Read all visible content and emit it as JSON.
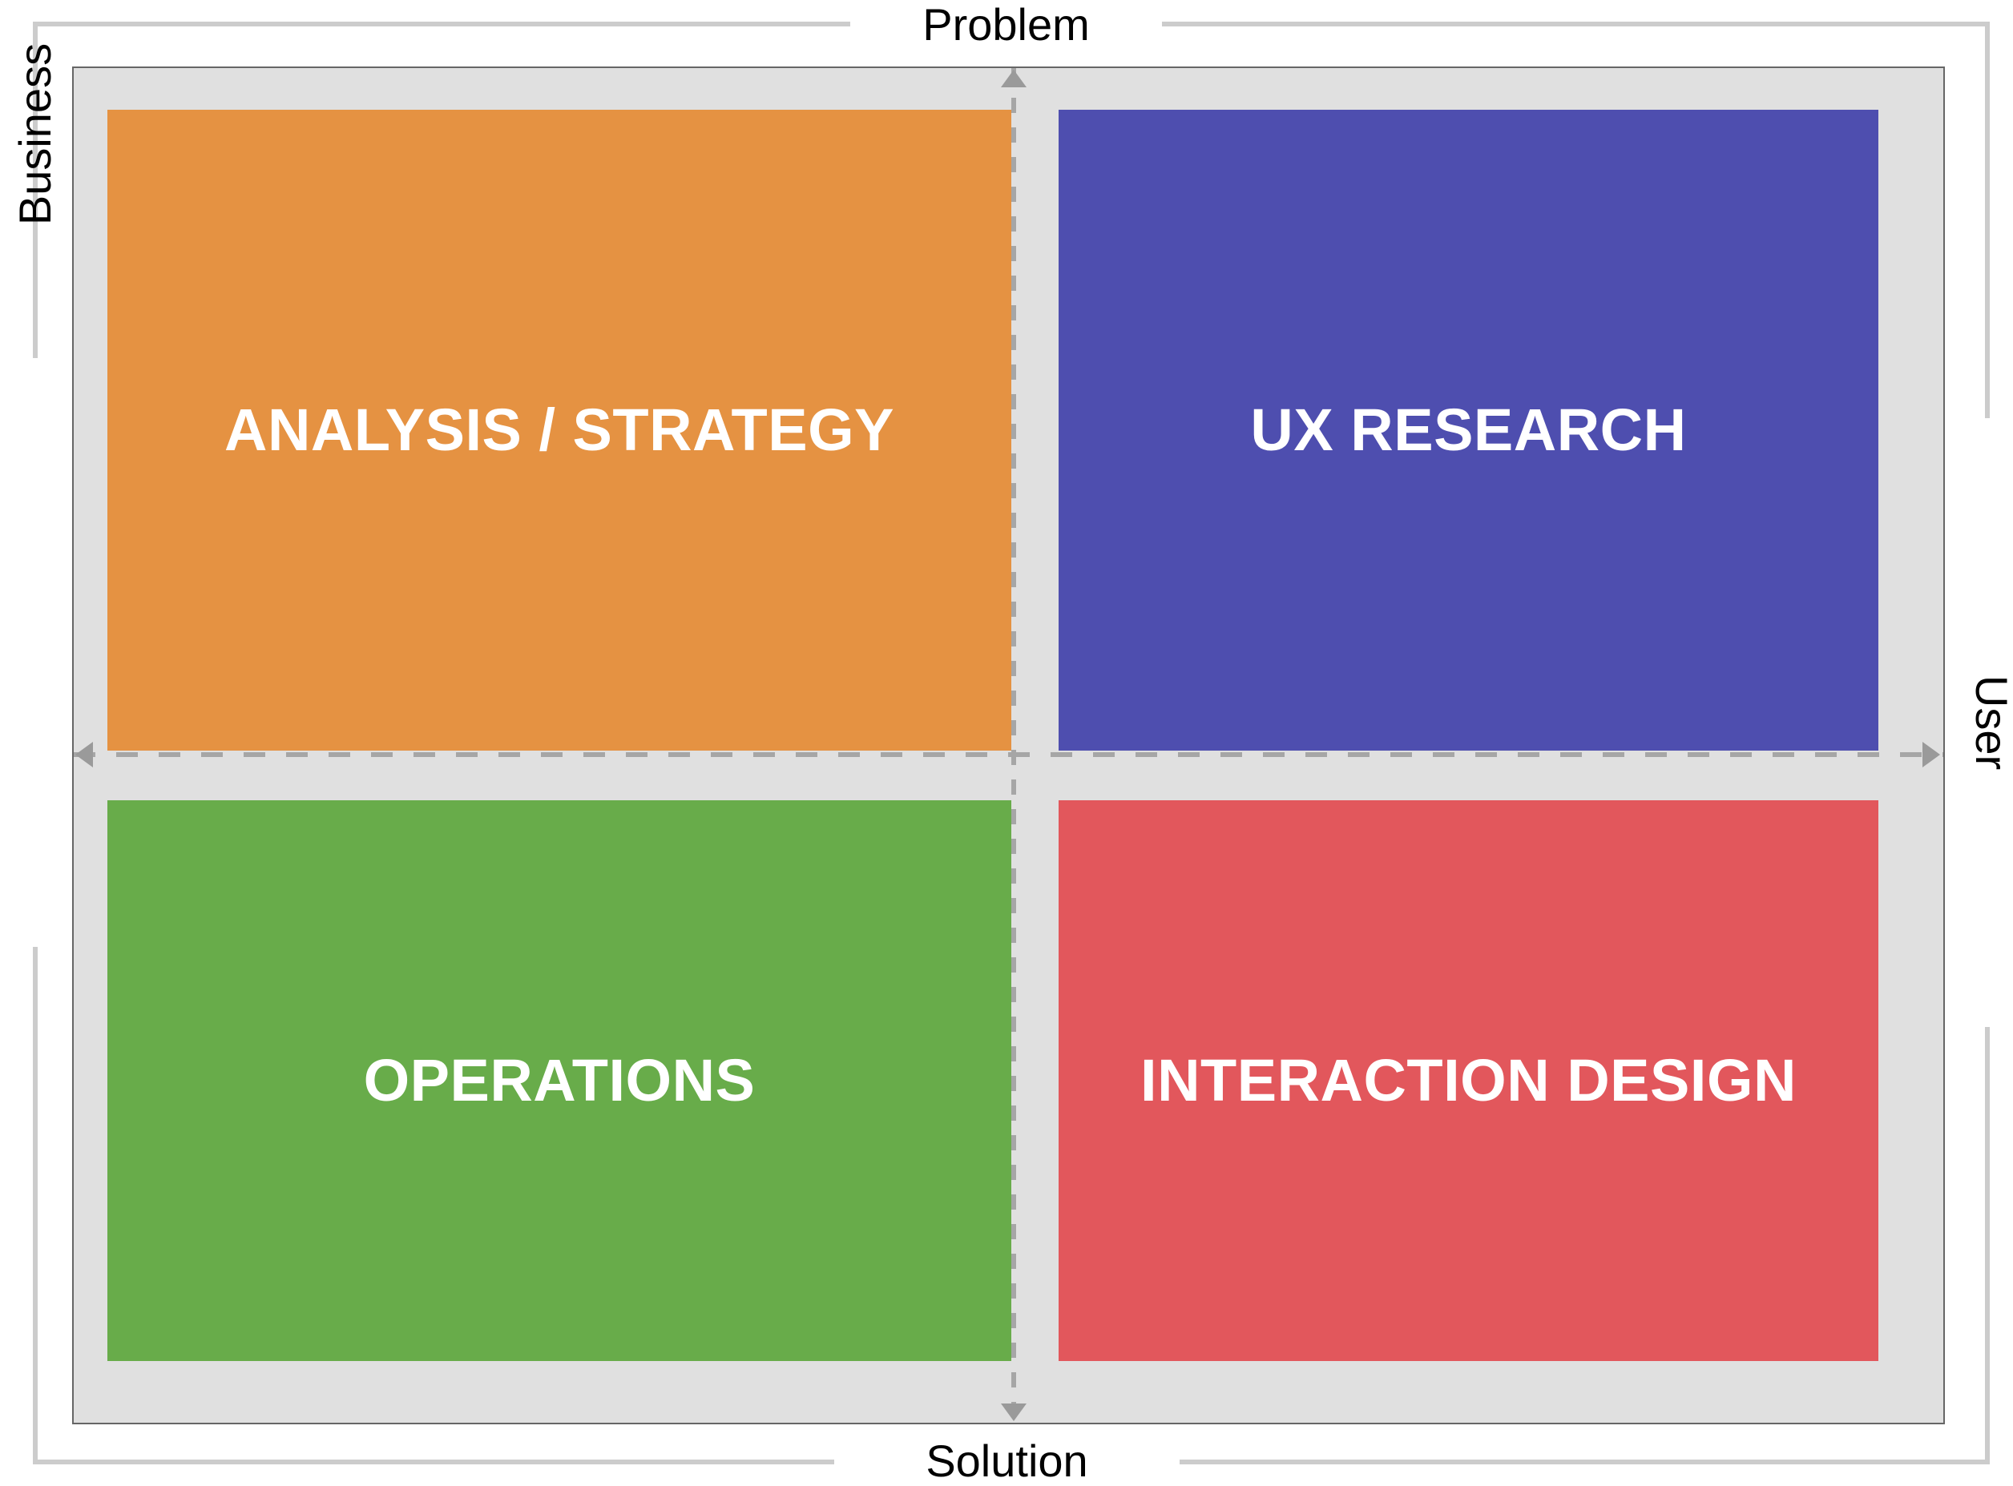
{
  "diagram": {
    "type": "2x2-matrix",
    "title": "",
    "axes": {
      "top_label": "Problem",
      "bottom_label": "Solution",
      "left_label": "Business",
      "right_label": "User"
    },
    "quadrants": [
      {
        "id": "analysis-strategy",
        "label": "ANALYSIS / STRATEGY",
        "position": "top-left",
        "axis_x": "Business",
        "axis_y": "Problem",
        "color": "#E59242",
        "text_color": "#FFFFFF"
      },
      {
        "id": "ux-research",
        "label": "UX RESEARCH",
        "position": "top-right",
        "axis_x": "User",
        "axis_y": "Problem",
        "color": "#4E4EAF",
        "text_color": "#FFFFFF"
      },
      {
        "id": "operations",
        "label": "OPERATIONS",
        "position": "bottom-left",
        "axis_x": "Business",
        "axis_y": "Solution",
        "color": "#68AC4A",
        "text_color": "#FFFFFF"
      },
      {
        "id": "interaction-design",
        "label": "INTERACTION DESIGN",
        "position": "bottom-right",
        "axis_x": "User",
        "axis_y": "Solution",
        "color": "#E2575C",
        "text_color": "#FFFFFF"
      }
    ],
    "colors": {
      "background": "#FFFFFF",
      "panel_fill": "#E0E0E0",
      "panel_border": "#666666",
      "frame_rail": "#CCCCCC",
      "axis_dash": "#A6A6A6",
      "arrowhead": "#9A9A9A",
      "label_text": "#000000"
    },
    "icons": {
      "arrow_up": "arrow-up-icon",
      "arrow_down": "arrow-down-icon",
      "arrow_left": "arrow-left-icon",
      "arrow_right": "arrow-right-icon"
    }
  }
}
